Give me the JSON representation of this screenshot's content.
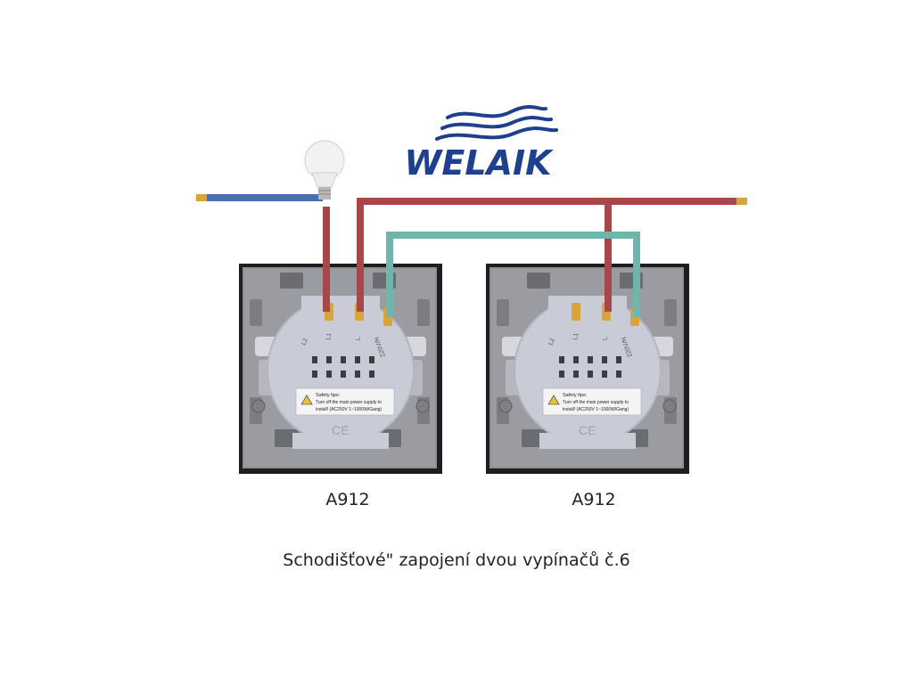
{
  "brand": {
    "name": "WELAIK",
    "color": "#1f3f8f"
  },
  "colors": {
    "neutral_wire": "#4a6fb0",
    "live_wire": "#a8474a",
    "traveler_wire": "#6fb5ac",
    "wire_tip": "#d9a43a",
    "switch_body": "#c9ccd6",
    "plate": "#2a2a2a"
  },
  "switches": [
    {
      "model": "A912",
      "terminals": [
        "L2",
        "L1",
        "L",
        "220V/N"
      ],
      "sticker": {
        "title": "Safety tips:",
        "line1": "Turn off the main power supply to",
        "line2": "install! (AC250V  1~1000W/Gang)"
      },
      "mark": "CE"
    },
    {
      "model": "A912",
      "terminals": [
        "L2",
        "L1",
        "L",
        "220V/N"
      ],
      "sticker": {
        "title": "Safety tips:",
        "line1": "Turn off the main power supply to",
        "line2": "install! (AC250V  1~1000W/Gang)"
      },
      "mark": "CE"
    }
  ],
  "caption": "Schodišťové\" zapojení dvou vypínačů č.6"
}
